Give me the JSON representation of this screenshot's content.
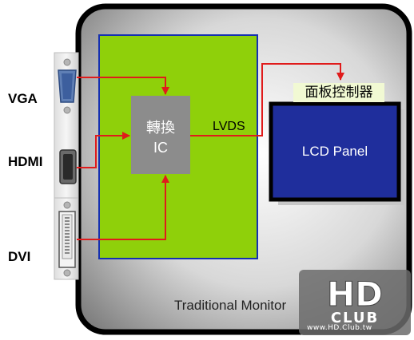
{
  "inputs": {
    "vga": "VGA",
    "hdmi": "HDMI",
    "dvi": "DVI"
  },
  "chip": {
    "line1": "轉換",
    "line2": "IC"
  },
  "lvds_label": "LVDS",
  "controller_label": "面板控制器",
  "lcd_panel_label": "LCD Panel",
  "monitor_label": "Traditional Monitor",
  "watermark": {
    "logo": "HD CLUB",
    "url": "www.HD.Club.tw"
  },
  "colors": {
    "board": "#8fd00a",
    "chip": "#8c8c8c",
    "lcd_panel": "#1f2e9c",
    "signal": "#e01b1b",
    "frame": "#000000"
  }
}
